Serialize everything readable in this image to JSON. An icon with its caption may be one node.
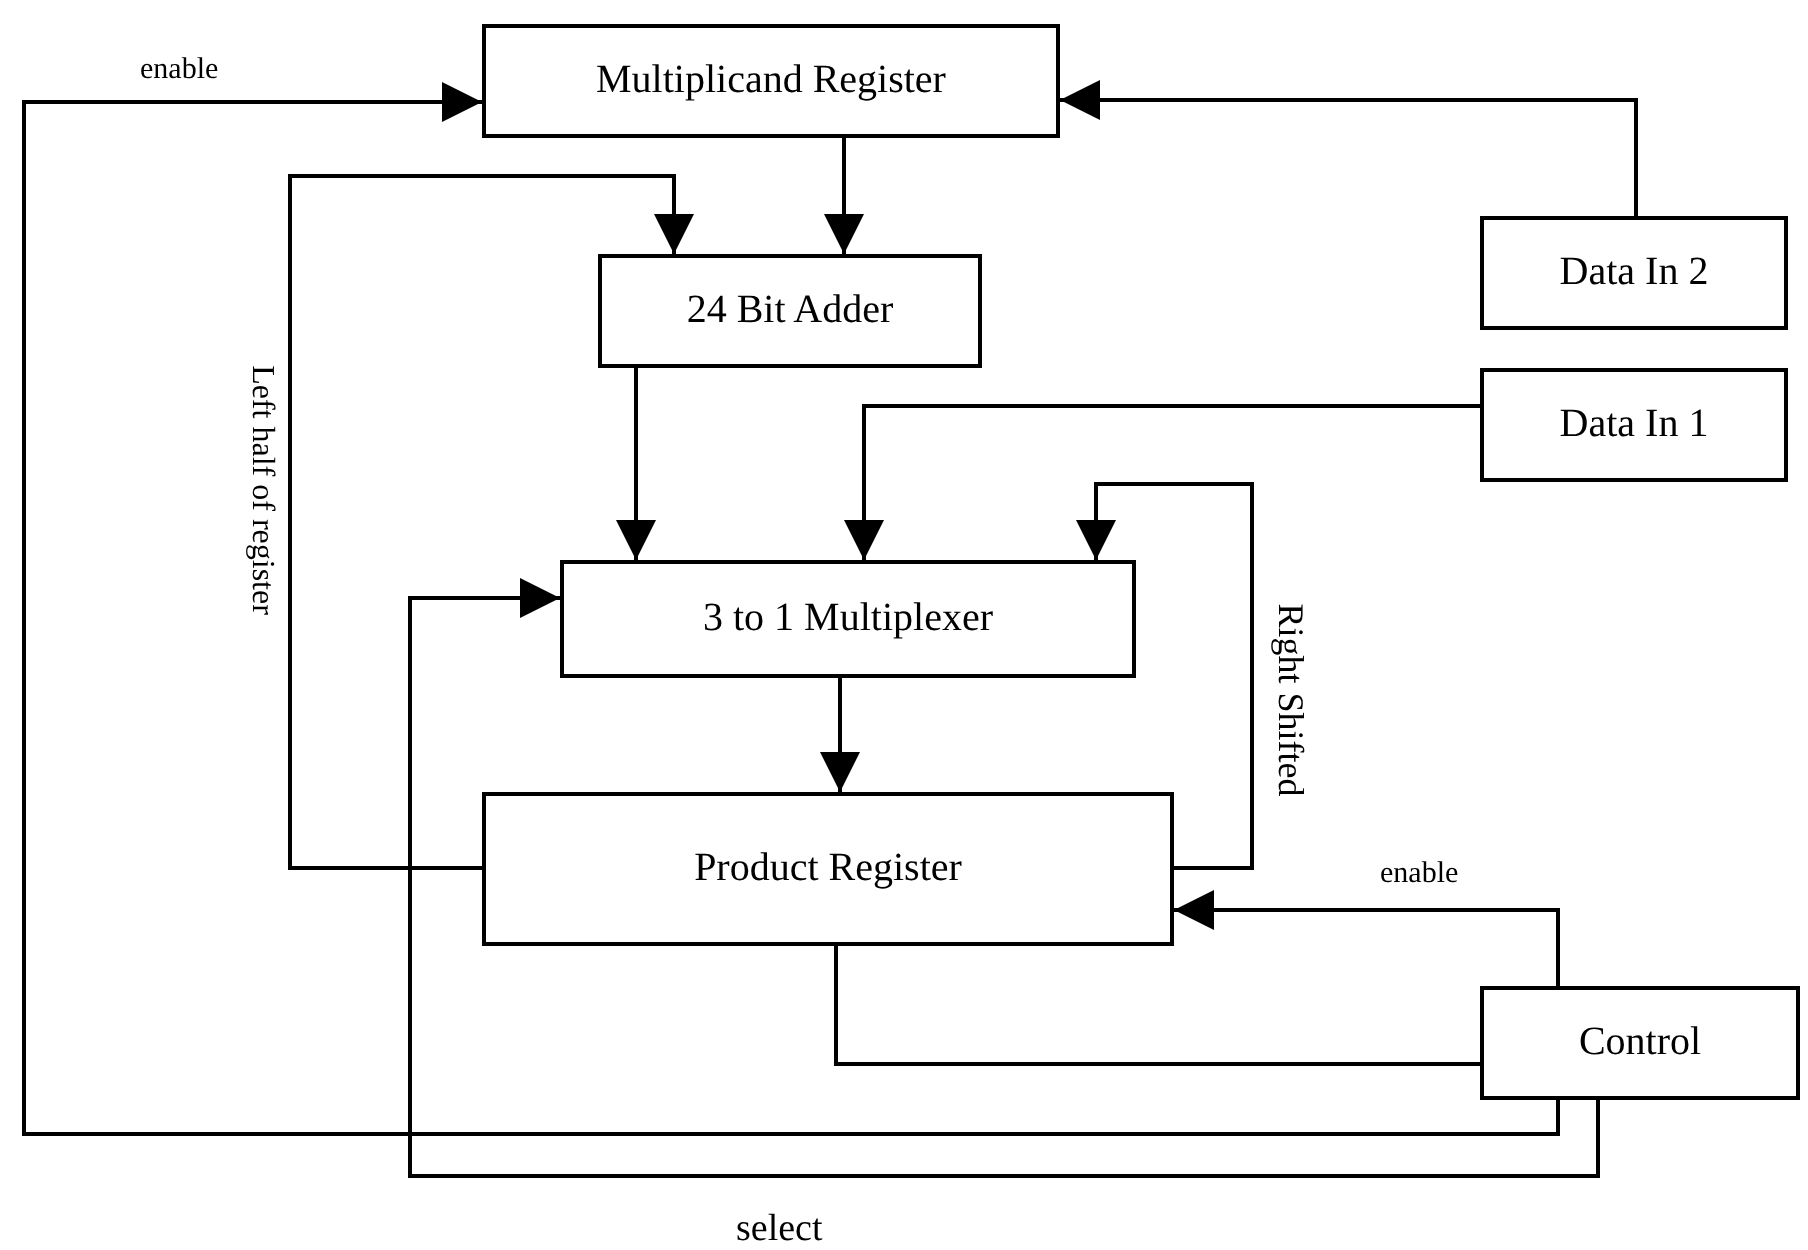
{
  "diagram": {
    "nodes": [
      {
        "text": [
          "Multiplicand Register"
        ]
      },
      {
        "text": [
          "24 Bit Adder"
        ]
      },
      {
        "text": [
          "Data In 2"
        ]
      },
      {
        "text": [
          "Data In 1"
        ]
      },
      {
        "text": [
          "3 to 1 Multiplexer"
        ]
      },
      {
        "text": [
          "Product Register"
        ]
      },
      {
        "text": [
          "Control"
        ]
      }
    ],
    "edges": [
      {
        "from": 6,
        "to": 0,
        "arrow": "to",
        "label": "enable"
      },
      {
        "from": 2,
        "to": 0,
        "arrow": "to"
      },
      {
        "from": 0,
        "to": 1,
        "arrow": "to"
      },
      {
        "from": 5,
        "to": 1,
        "arrow": "to",
        "label": "Left half of register"
      },
      {
        "from": 1,
        "to": 4,
        "arrow": "to"
      },
      {
        "from": 3,
        "to": 4,
        "arrow": "to"
      },
      {
        "from": 5,
        "to": 4,
        "arrow": "to",
        "label": "Right Shifted"
      },
      {
        "from": 4,
        "to": 5,
        "arrow": "to"
      },
      {
        "from": 6,
        "to": 5,
        "arrow": "to",
        "label": "enable"
      },
      {
        "from": 5,
        "to": 6,
        "arrow": "none"
      },
      {
        "from": 6,
        "to": 4,
        "arrow": "to",
        "label": "select"
      }
    ]
  }
}
